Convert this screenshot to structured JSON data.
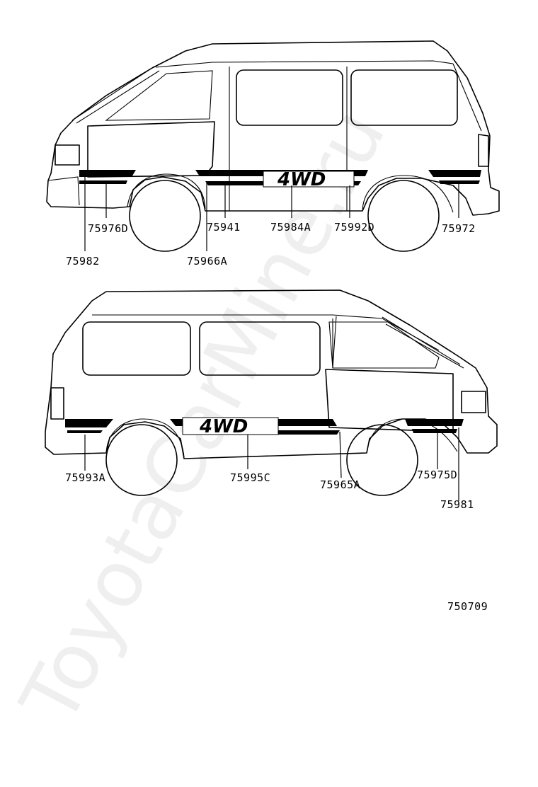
{
  "watermark": "ToyotaCarMine.ru",
  "figure_number": "750709",
  "badge_text": "4WD",
  "top_view": {
    "callouts": [
      {
        "id": "c-75976D",
        "text": "75976D"
      },
      {
        "id": "c-75982",
        "text": "75982"
      },
      {
        "id": "c-75941",
        "text": "75941"
      },
      {
        "id": "c-75966A",
        "text": "75966A"
      },
      {
        "id": "c-75984A",
        "text": "75984A"
      },
      {
        "id": "c-75992D",
        "text": "75992D"
      },
      {
        "id": "c-75972",
        "text": "75972"
      }
    ]
  },
  "bottom_view": {
    "callouts": [
      {
        "id": "c-75993A",
        "text": "75993A"
      },
      {
        "id": "c-75995C",
        "text": "75995C"
      },
      {
        "id": "c-75965A",
        "text": "75965A"
      },
      {
        "id": "c-75975D",
        "text": "75975D"
      },
      {
        "id": "c-75981",
        "text": "75981"
      }
    ]
  }
}
